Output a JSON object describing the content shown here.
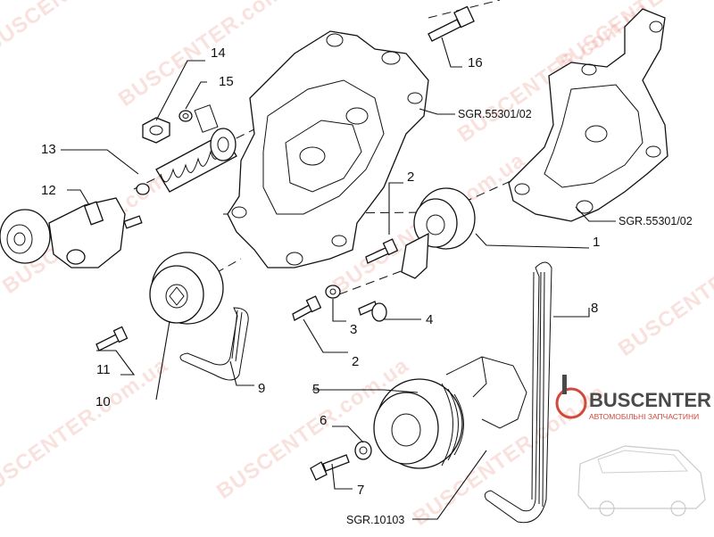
{
  "diagram": {
    "callouts": [
      {
        "id": "c1",
        "text": "1"
      },
      {
        "id": "c2a",
        "text": "2"
      },
      {
        "id": "c2b",
        "text": "2"
      },
      {
        "id": "c3",
        "text": "3"
      },
      {
        "id": "c4",
        "text": "4"
      },
      {
        "id": "c5",
        "text": "5"
      },
      {
        "id": "c6",
        "text": "6"
      },
      {
        "id": "c7",
        "text": "7"
      },
      {
        "id": "c8",
        "text": "8"
      },
      {
        "id": "c9",
        "text": "9"
      },
      {
        "id": "c10",
        "text": "10"
      },
      {
        "id": "c11",
        "text": "11"
      },
      {
        "id": "c12",
        "text": "12"
      },
      {
        "id": "c13",
        "text": "13"
      },
      {
        "id": "c14",
        "text": "14"
      },
      {
        "id": "c15",
        "text": "15"
      },
      {
        "id": "c16",
        "text": "16"
      }
    ],
    "references": {
      "ref_bracket_center": "SGR.55301/02",
      "ref_bracket_right": "SGR.55301/02",
      "ref_crank": "SGR.10103"
    }
  },
  "watermark": {
    "brand": "BUSCENTER",
    "domain": "BUSCENTER.com.ua",
    "logo_text": "BUSCENTER",
    "logo_tagline": "АВТОМОБІЛЬНІ ЗАПЧАСТИНИ",
    "color": "#e05a4a"
  }
}
